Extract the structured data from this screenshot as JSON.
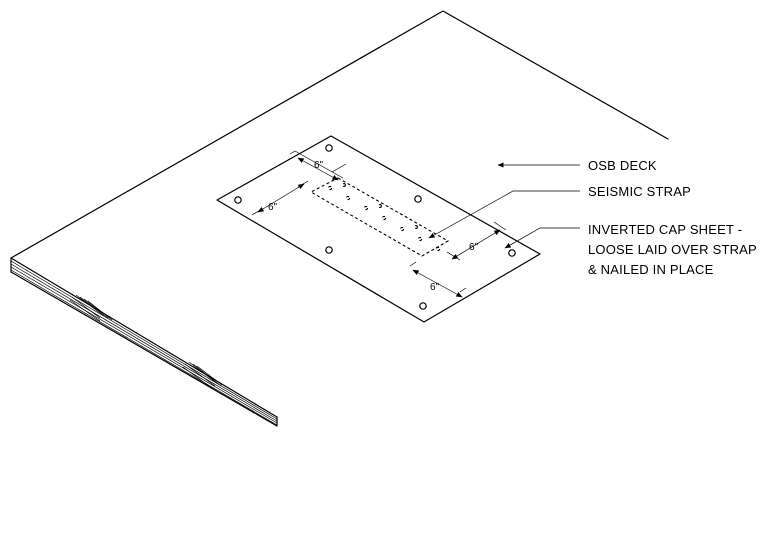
{
  "labels": {
    "osb_deck": "OSB DECK",
    "seismic_strap": "SEISMIC STRAP",
    "cap_line1": "INVERTED CAP SHEET -",
    "cap_line2": "LOOSE LAID OVER STRAP",
    "cap_line3": "& NAILED IN PLACE"
  },
  "dimensions": {
    "top": "6\"",
    "left": "6\"",
    "right": "6\"",
    "bottom": "6\""
  }
}
